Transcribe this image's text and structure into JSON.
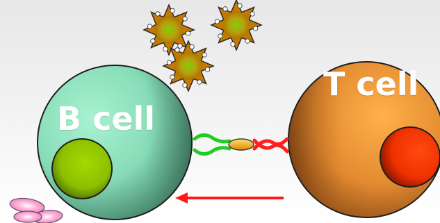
{
  "diagram": {
    "b_cell": {
      "label": "B cell",
      "membrane_color": "#8ee6bc",
      "nucleus_color": "#8fc800"
    },
    "t_cell": {
      "label": "T cell",
      "membrane_color": "#f0a040",
      "nucleus_color": "#ff3a10"
    },
    "antigens": [
      {
        "name": "antigen-1",
        "color": "#b8a010"
      },
      {
        "name": "antigen-2",
        "color": "#b8a010"
      },
      {
        "name": "antigen-3",
        "color": "#b8a010"
      }
    ],
    "receptor_colors": {
      "b_cell_receptor": "#22cc22",
      "t_cell_receptor": "#ff2020",
      "peptide": "#f0c030"
    },
    "arrow": {
      "color": "#ff1a1a",
      "direction": "t-cell-to-b-cell"
    },
    "cytokines_color": "#ff9acb"
  }
}
